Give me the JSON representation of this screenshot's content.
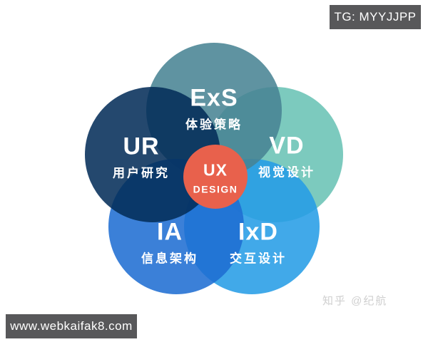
{
  "diagram": {
    "name": "UX design disciplines venn flower",
    "center": {
      "acronym": "UX",
      "label": "DESIGN",
      "fill": "#e8614c",
      "text_color": "#ffffff"
    },
    "petals": [
      {
        "id": "vd",
        "position": "right",
        "acronym": "VD",
        "label": "视觉设计",
        "fill": "#68c2b4"
      },
      {
        "id": "ixd",
        "position": "bottom-right",
        "acronym": "IxD",
        "label": "交互设计",
        "fill": "#259ce6"
      },
      {
        "id": "exs",
        "position": "top",
        "acronym": "ExS",
        "label": "体验策略",
        "fill": "#478393"
      },
      {
        "id": "ia",
        "position": "bottom-left",
        "acronym": "IA",
        "label": "信息架构",
        "fill": "#1e6dd2"
      },
      {
        "id": "ur",
        "position": "left",
        "acronym": "UR",
        "label": "用户研究",
        "fill": "#032d58"
      }
    ],
    "petal_fill_opacity": "0.87",
    "text_color": "#ffffff"
  },
  "watermarks": {
    "top_right_badge": {
      "text": "TG: MYYJJPP",
      "bg_color": "#58585a",
      "text_color": "#ffffff"
    },
    "bottom_left_badge": {
      "text": "www.webkaifak8.com",
      "bg_color": "#58585a",
      "text_color": "#ffffff"
    },
    "bottom_right_credit": {
      "text": "知乎 @纪航",
      "text_color": "#cfcfcf"
    }
  }
}
